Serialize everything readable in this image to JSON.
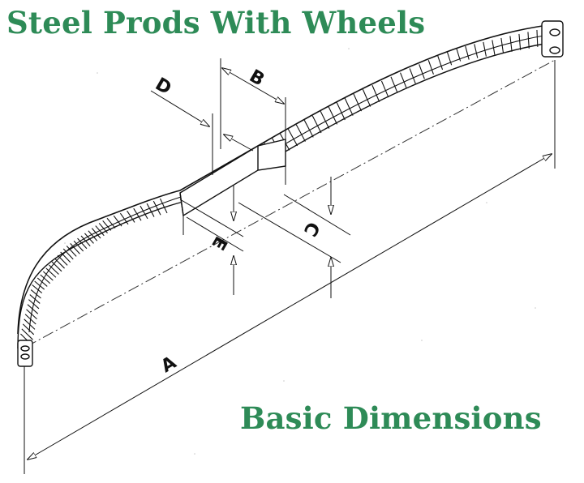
{
  "title": "Steel Prods With Wheels",
  "subtitle": "Basic Dimensions",
  "colors": {
    "title": "#2e8b57",
    "ink": "#1a1a1a",
    "background": "#ffffff"
  },
  "dimensions": {
    "a": "A",
    "b": "B",
    "c": "C",
    "d": "D",
    "e": "E"
  }
}
